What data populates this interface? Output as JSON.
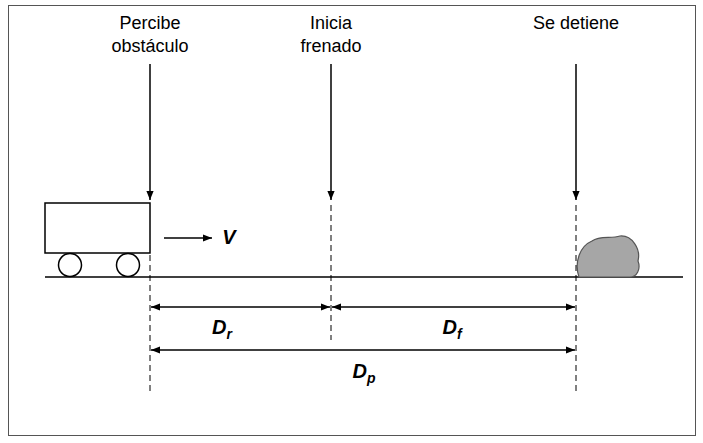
{
  "diagram": {
    "labels": [
      "Percibe obstáculo",
      "Inicia frenado",
      "Se detiene",
      "V",
      "Dr",
      "Df",
      "Dp"
    ]
  }
}
